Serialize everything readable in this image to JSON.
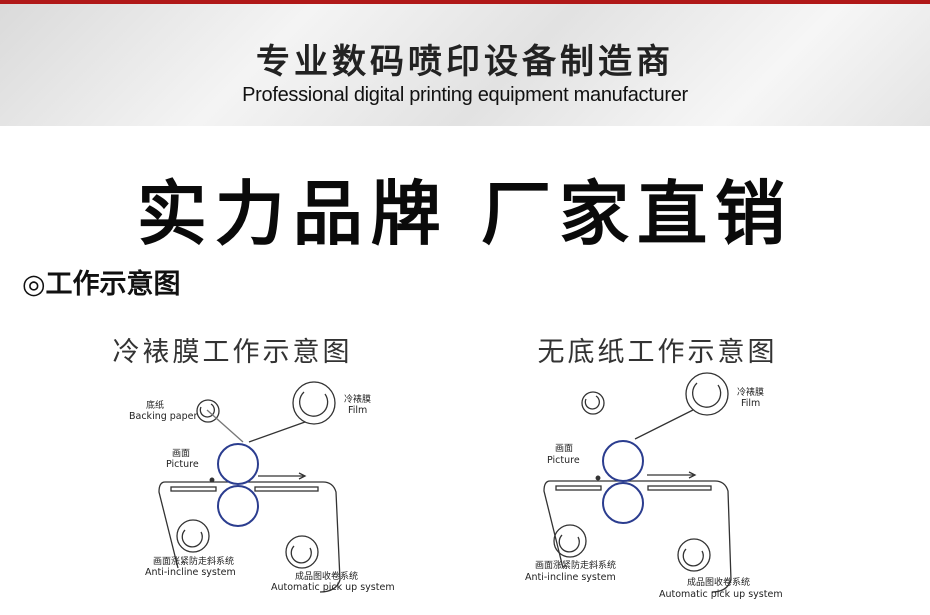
{
  "banner": {
    "title_cn": "专业数码喷印设备制造商",
    "title_en": "Professional digital printing equipment manufacturer"
  },
  "slogan": "实力品牌  厂家直销",
  "section": {
    "label": "◎工作示意图"
  },
  "diagrams": [
    {
      "title": "冷裱膜工作示意图",
      "labels": {
        "backing_cn": "底纸",
        "backing_en": "Backing paper",
        "film_cn": "冷裱膜",
        "film_en": "Film",
        "picture_cn": "画面",
        "picture_en": "Picture",
        "anti_cn": "画面涨紧防走斜系统",
        "anti_en": "Anti-incline system",
        "pick_cn": "成品图收卷系统",
        "pick_en": "Automatic pick up system"
      }
    },
    {
      "title": "无底纸工作示意图",
      "labels": {
        "film_cn": "冷裱膜",
        "film_en": "Film",
        "picture_cn": "画面",
        "picture_en": "Picture",
        "anti_cn": "画面涨紧防走斜系统",
        "anti_en": "Anti-incline system",
        "pick_cn": "成品图收卷系统",
        "pick_en": "Automatic pick up system"
      }
    }
  ],
  "colors": {
    "top_line": "#b01818",
    "roller": "#2b3d8f"
  }
}
